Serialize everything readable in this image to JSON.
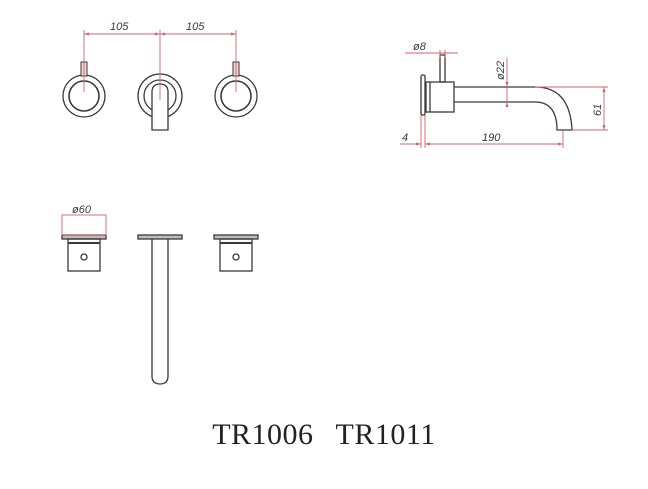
{
  "drawing": {
    "colors": {
      "outline": "#3a3a3a",
      "dimension": "#d4616a"
    },
    "front_view": {
      "dimensions": {
        "left_spacing": "105",
        "right_spacing": "105"
      }
    },
    "side_view": {
      "dimensions": {
        "handle_diameter": "ø8",
        "spout_diameter": "ø22",
        "plate_thickness": "4",
        "spout_projection": "190",
        "spout_drop": "61"
      }
    },
    "plan_view": {
      "dimensions": {
        "flange_diameter": "ø60"
      }
    },
    "models": [
      "TR1006",
      "TR1011"
    ]
  }
}
